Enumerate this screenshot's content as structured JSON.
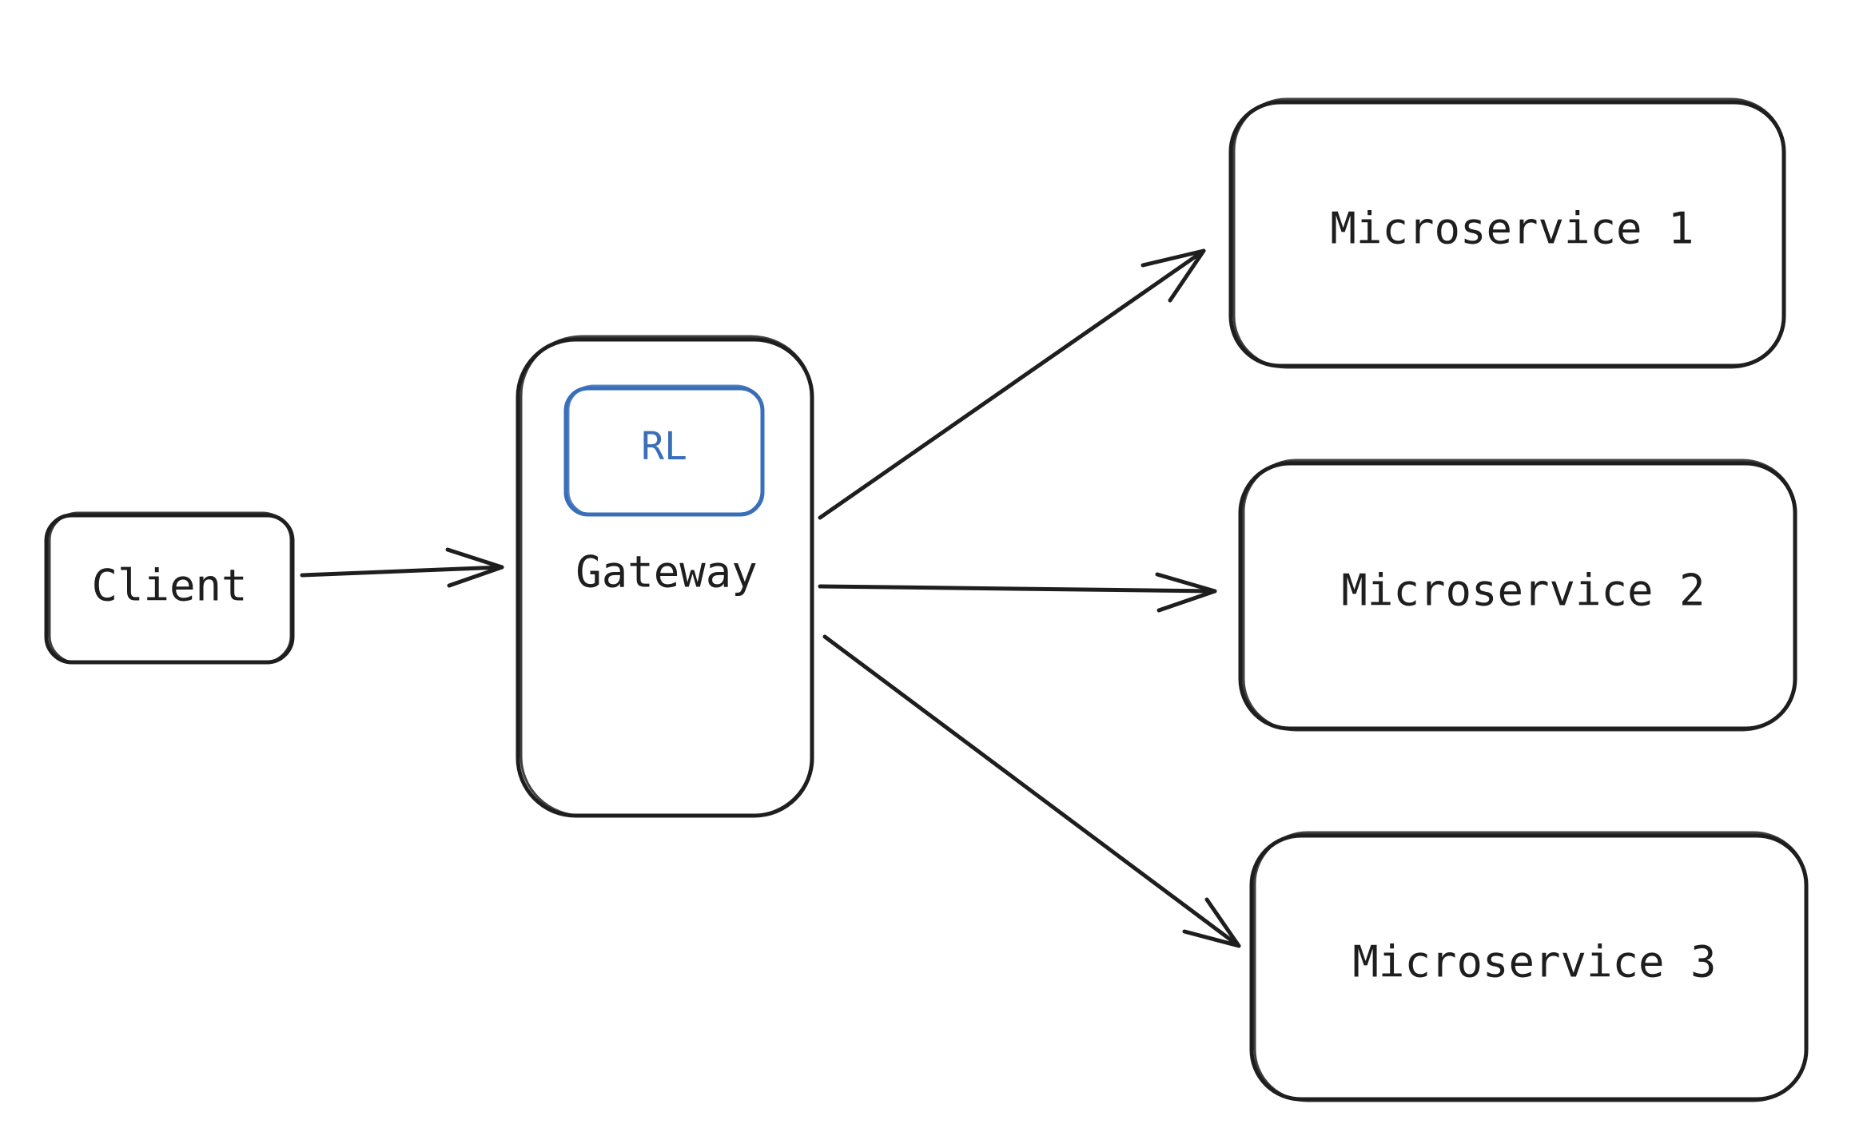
{
  "nodes": {
    "client": {
      "label": "Client"
    },
    "gateway": {
      "label": "Gateway"
    },
    "rate_limiter": {
      "label": "RL"
    },
    "microservice_1": {
      "label": "Microservice 1"
    },
    "microservice_2": {
      "label": "Microservice 2"
    },
    "microservice_3": {
      "label": "Microservice 3"
    }
  },
  "edges": [
    {
      "from": "Client",
      "to": "Gateway"
    },
    {
      "from": "Gateway",
      "to": "Microservice 1"
    },
    {
      "from": "Gateway",
      "to": "Microservice 2"
    },
    {
      "from": "Gateway",
      "to": "Microservice 3"
    }
  ],
  "colors": {
    "stroke": "#1e1e1e",
    "rate_limiter": "#3a6fb8",
    "background": "#ffffff"
  }
}
